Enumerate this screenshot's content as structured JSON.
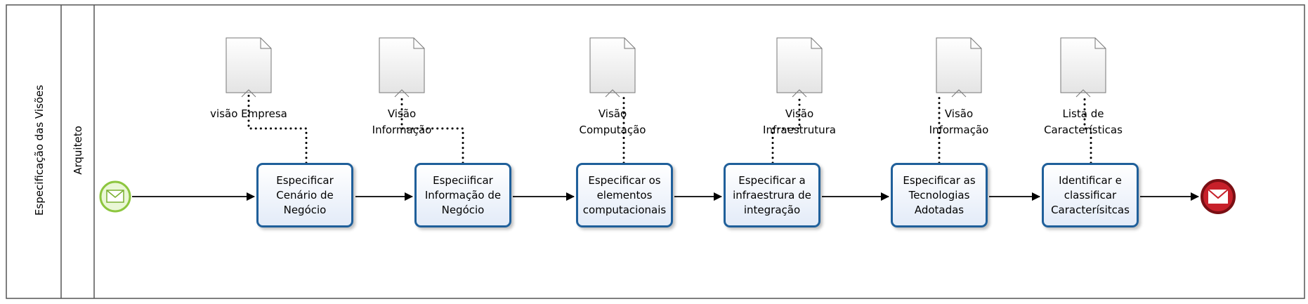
{
  "pool": {
    "label": "Especificação das Visões"
  },
  "lane": {
    "label": "Arquiteto"
  },
  "events": {
    "start": {
      "icon": "envelope-icon",
      "color": "#8dc63f"
    },
    "end": {
      "icon": "envelope-icon",
      "color": "#a0161c"
    }
  },
  "tasks": [
    {
      "label": "Especificar\nCenário de\nNegócio"
    },
    {
      "label": "Especiificar\nInformação de\nNegócio"
    },
    {
      "label": "Especificar os\nelementos\ncomputacionais"
    },
    {
      "label": "Especificar  a\ninfraestrura de\nintegração"
    },
    {
      "label": "Especificar  as\nTecnologias\nAdotadas"
    },
    {
      "label": "Identificar  e\nclassificar\nCaracterísitcas"
    }
  ],
  "documents": [
    {
      "label": "visão Empresa"
    },
    {
      "label": "Visão\nInformação"
    },
    {
      "label": "Visão\nComputação"
    },
    {
      "label": "Visão\nInfraestrutura"
    },
    {
      "label": "Visão\nInformação"
    },
    {
      "label": "Lista de\nCaracterísticas"
    }
  ],
  "colors": {
    "task_border": "#1f5f9a",
    "line": "#000000",
    "pool_border": "#555555"
  }
}
